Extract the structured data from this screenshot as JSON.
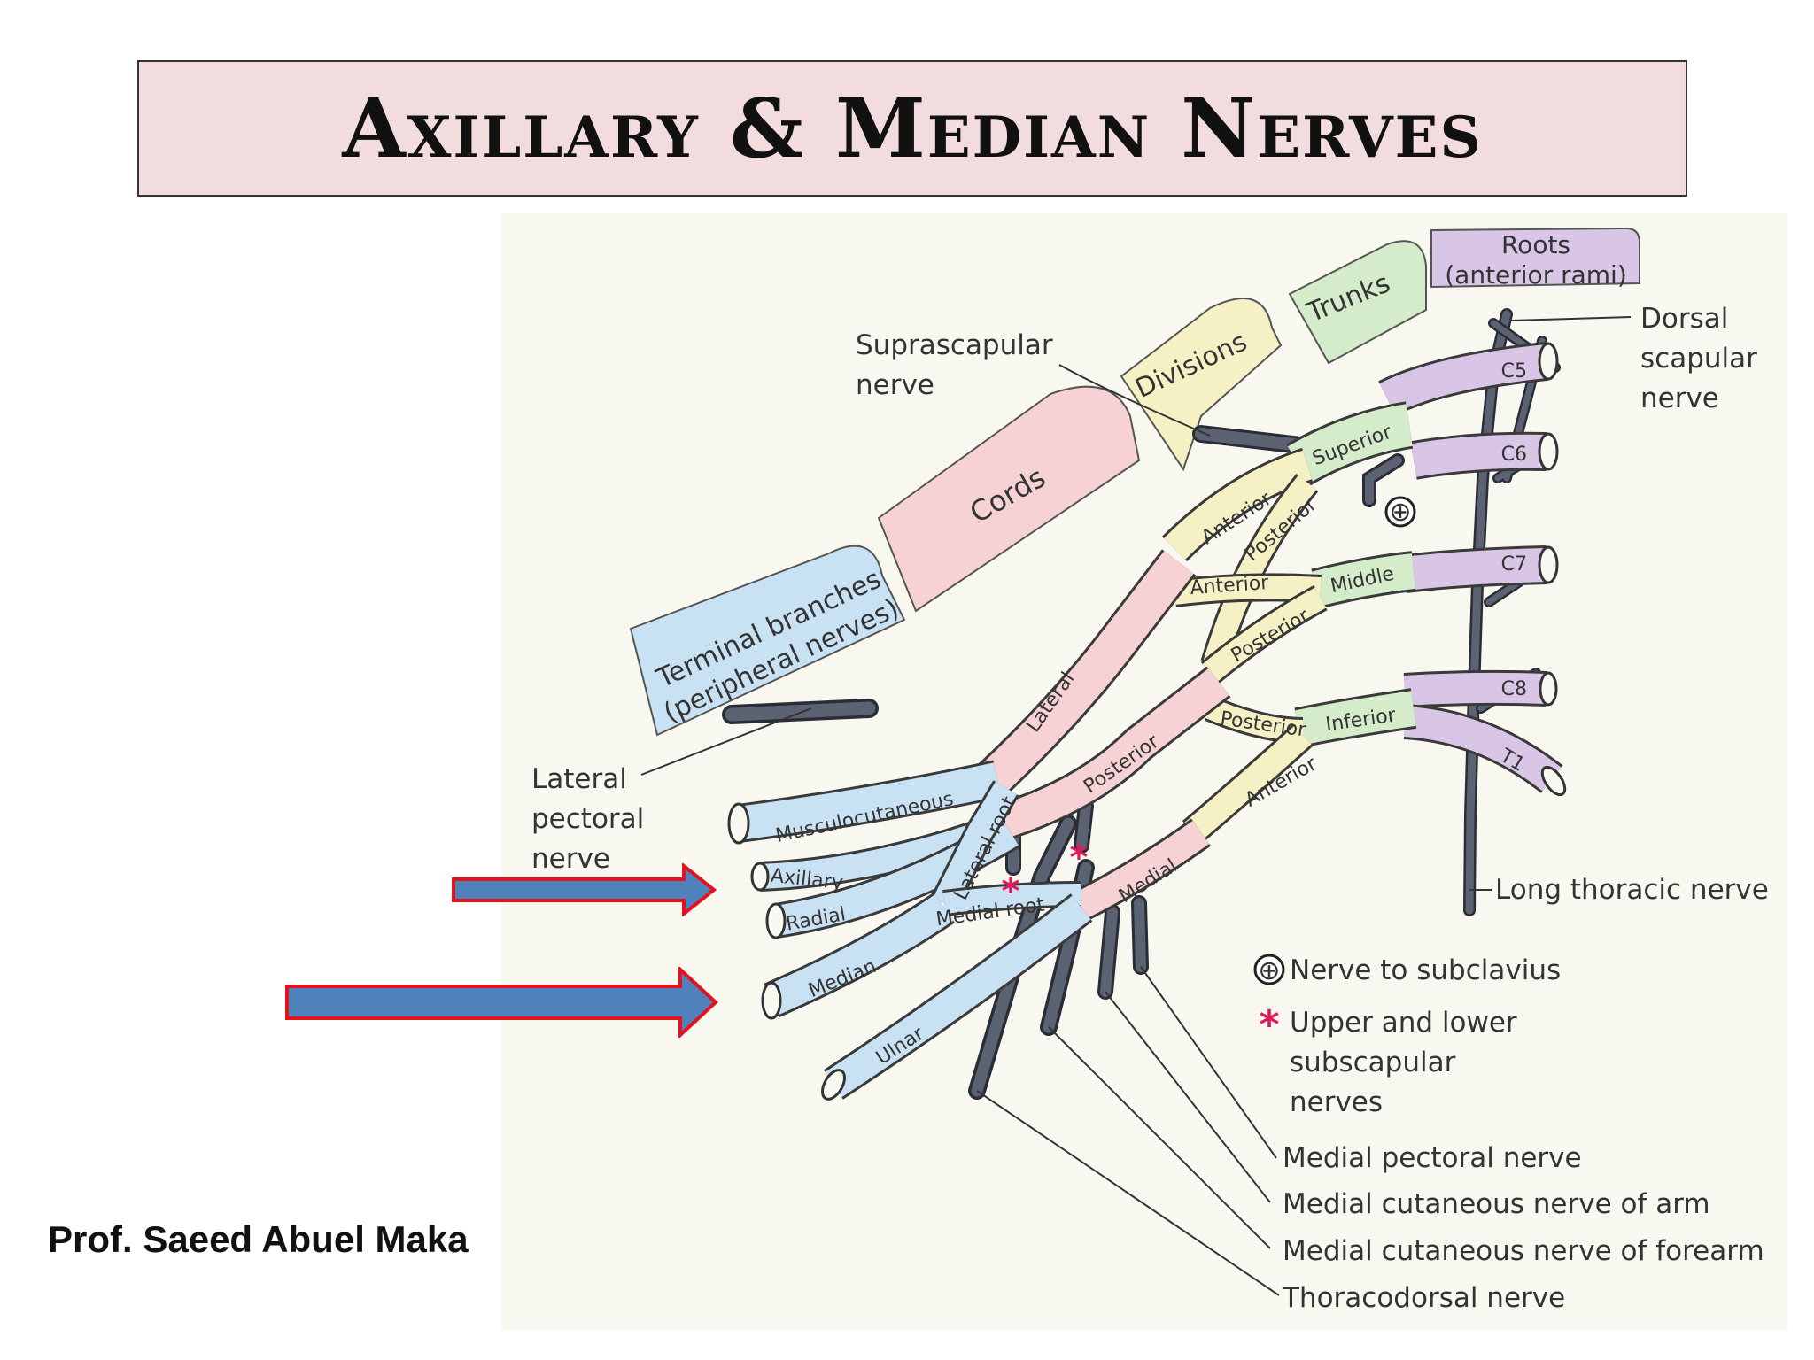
{
  "title": "Axillary & Median Nerves",
  "author": "Prof. Saeed Abuel Maka",
  "colors": {
    "roots": "#d9c6e6",
    "trunks": "#d4ecc9",
    "divisions": "#f6f1c4",
    "cords": "#f7d2d4",
    "terminal": "#c9e2f3",
    "nerve_dark": "#5b6272",
    "arrow_fill": "#4f81bd",
    "arrow_border": "#e3121c",
    "asterisk": "#e0185e"
  },
  "headers": {
    "roots_line1": "Roots",
    "roots_line2": "(anterior rami)",
    "trunks": "Trunks",
    "divisions": "Divisions",
    "cords": "Cords",
    "terminal_line1": "Terminal branches",
    "terminal_line2": "(peripheral nerves)"
  },
  "roots": [
    "C5",
    "C6",
    "C7",
    "C8",
    "T1"
  ],
  "trunks": {
    "superior": "Superior",
    "middle": "Middle",
    "inferior": "Inferior"
  },
  "divisions": {
    "anterior": "Anterior",
    "posterior": "Posterior"
  },
  "cords": {
    "lateral": "Lateral",
    "posterior": "Posterior",
    "medial": "Medial"
  },
  "roots_of_median": {
    "lateral": "Lateral root",
    "medial": "Medial root"
  },
  "terminal_branches": {
    "musculocutaneous": "Musculocutaneous",
    "axillary": "Axillary",
    "radial": "Radial",
    "median": "Median",
    "ulnar": "Ulnar"
  },
  "callouts": {
    "suprascapular_1": "Suprascapular",
    "suprascapular_2": "nerve",
    "dorsal_1": "Dorsal",
    "dorsal_2": "scapular",
    "dorsal_3": "nerve",
    "lateral_pectoral_1": "Lateral",
    "lateral_pectoral_2": "pectoral",
    "lateral_pectoral_3": "nerve",
    "long_thoracic": "Long thoracic nerve",
    "medial_pectoral": "Medial pectoral nerve",
    "med_cut_arm": "Medial cutaneous nerve of arm",
    "med_cut_forearm": "Medial cutaneous nerve of forearm",
    "thoracodorsal": "Thoracodorsal nerve"
  },
  "legend": {
    "subclavius_symbol": "⊕",
    "subclavius": "Nerve to subclavius",
    "asterisk": "*",
    "subscapular_1": "Upper and lower",
    "subscapular_2": "subscapular",
    "subscapular_3": "nerves"
  }
}
